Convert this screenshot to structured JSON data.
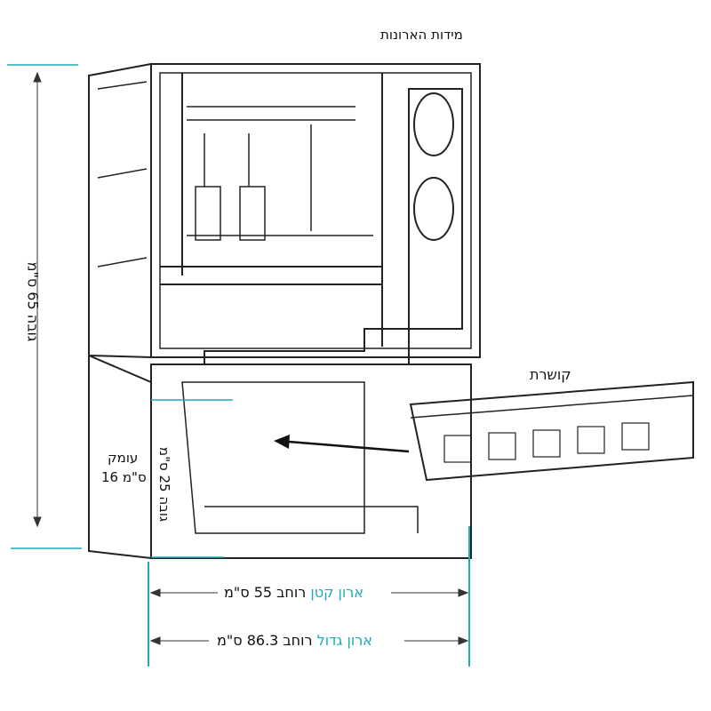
{
  "title": "מידות הארונות",
  "labels": {
    "height_total": "גובה 65 ס\"מ",
    "height_lower": "גובה 25 ס\"מ",
    "depth_line1": "עומק",
    "depth_line2": "ס\"מ 16",
    "manifold": "קושרת",
    "small_name": "ארון קטן",
    "small_width": "רוחב 55 ס\"מ",
    "large_name": "ארון גדול",
    "large_width": "רוחב 86.3 ס\"מ"
  },
  "colors": {
    "accent": "#1ea9b8",
    "line": "#222222"
  }
}
